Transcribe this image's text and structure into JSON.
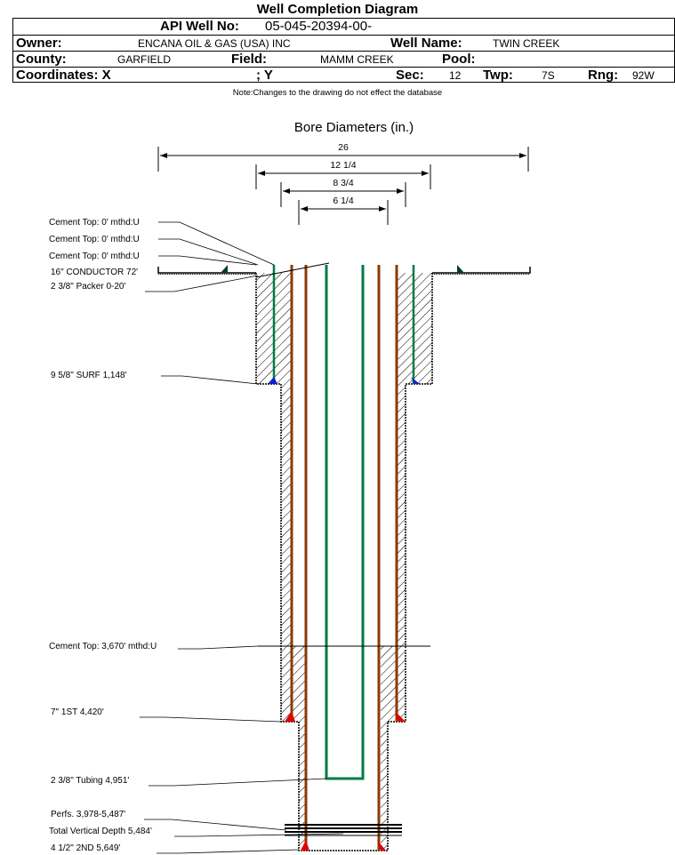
{
  "title": "Well Completion Diagram",
  "header": {
    "api_label": "API Well No:",
    "api_value": "05-045-20394-00-",
    "owner_label": "Owner:",
    "owner_value": "ENCANA OIL & GAS (USA) INC",
    "well_name_label": "Well Name:",
    "well_name_value": "TWIN CREEK",
    "county_label": "County:",
    "county_value": "GARFIELD",
    "field_label": "Field:",
    "field_value": "MAMM CREEK",
    "pool_label": "Pool:",
    "pool_value": "",
    "coords_label": "Coordinates: X",
    "coords_y_label": "; Y",
    "sec_label": "Sec:",
    "sec_value": "12",
    "twp_label": "Twp:",
    "twp_value": "7S",
    "rng_label": "Rng:",
    "rng_value": "92W"
  },
  "note": "Note:Changes to the drawing do not effect the database",
  "bore": {
    "title": "Bore Diameters (in.)",
    "diameters": [
      "26",
      "12 1/4",
      "8 3/4",
      "6 1/4"
    ]
  },
  "annotations": [
    "Cement Top: 0' mthd:U",
    "Cement Top: 0' mthd:U",
    "Cement Top: 0' mthd:U",
    "16\" CONDUCTOR  72'",
    "2 3/8\" Packer 0-20'",
    "9 5/8\" SURF      1,148'",
    "Cement Top: 3,670' mthd:U",
    "7\" 1ST       4,420'",
    "2 3/8\" Tubing 4,951'",
    "Perfs. 3,978-5,487'",
    "Total Vertical Depth 5,484'",
    "4 1/2\" 2ND       5,649'"
  ],
  "colors": {
    "casing_red": "#d42000",
    "casing_brown": "#8b3a00",
    "tubing_green": "#007a45",
    "shoe_blue": "#0a1fd0",
    "shoe_red": "#e00000",
    "shoe_green": "#004020"
  }
}
